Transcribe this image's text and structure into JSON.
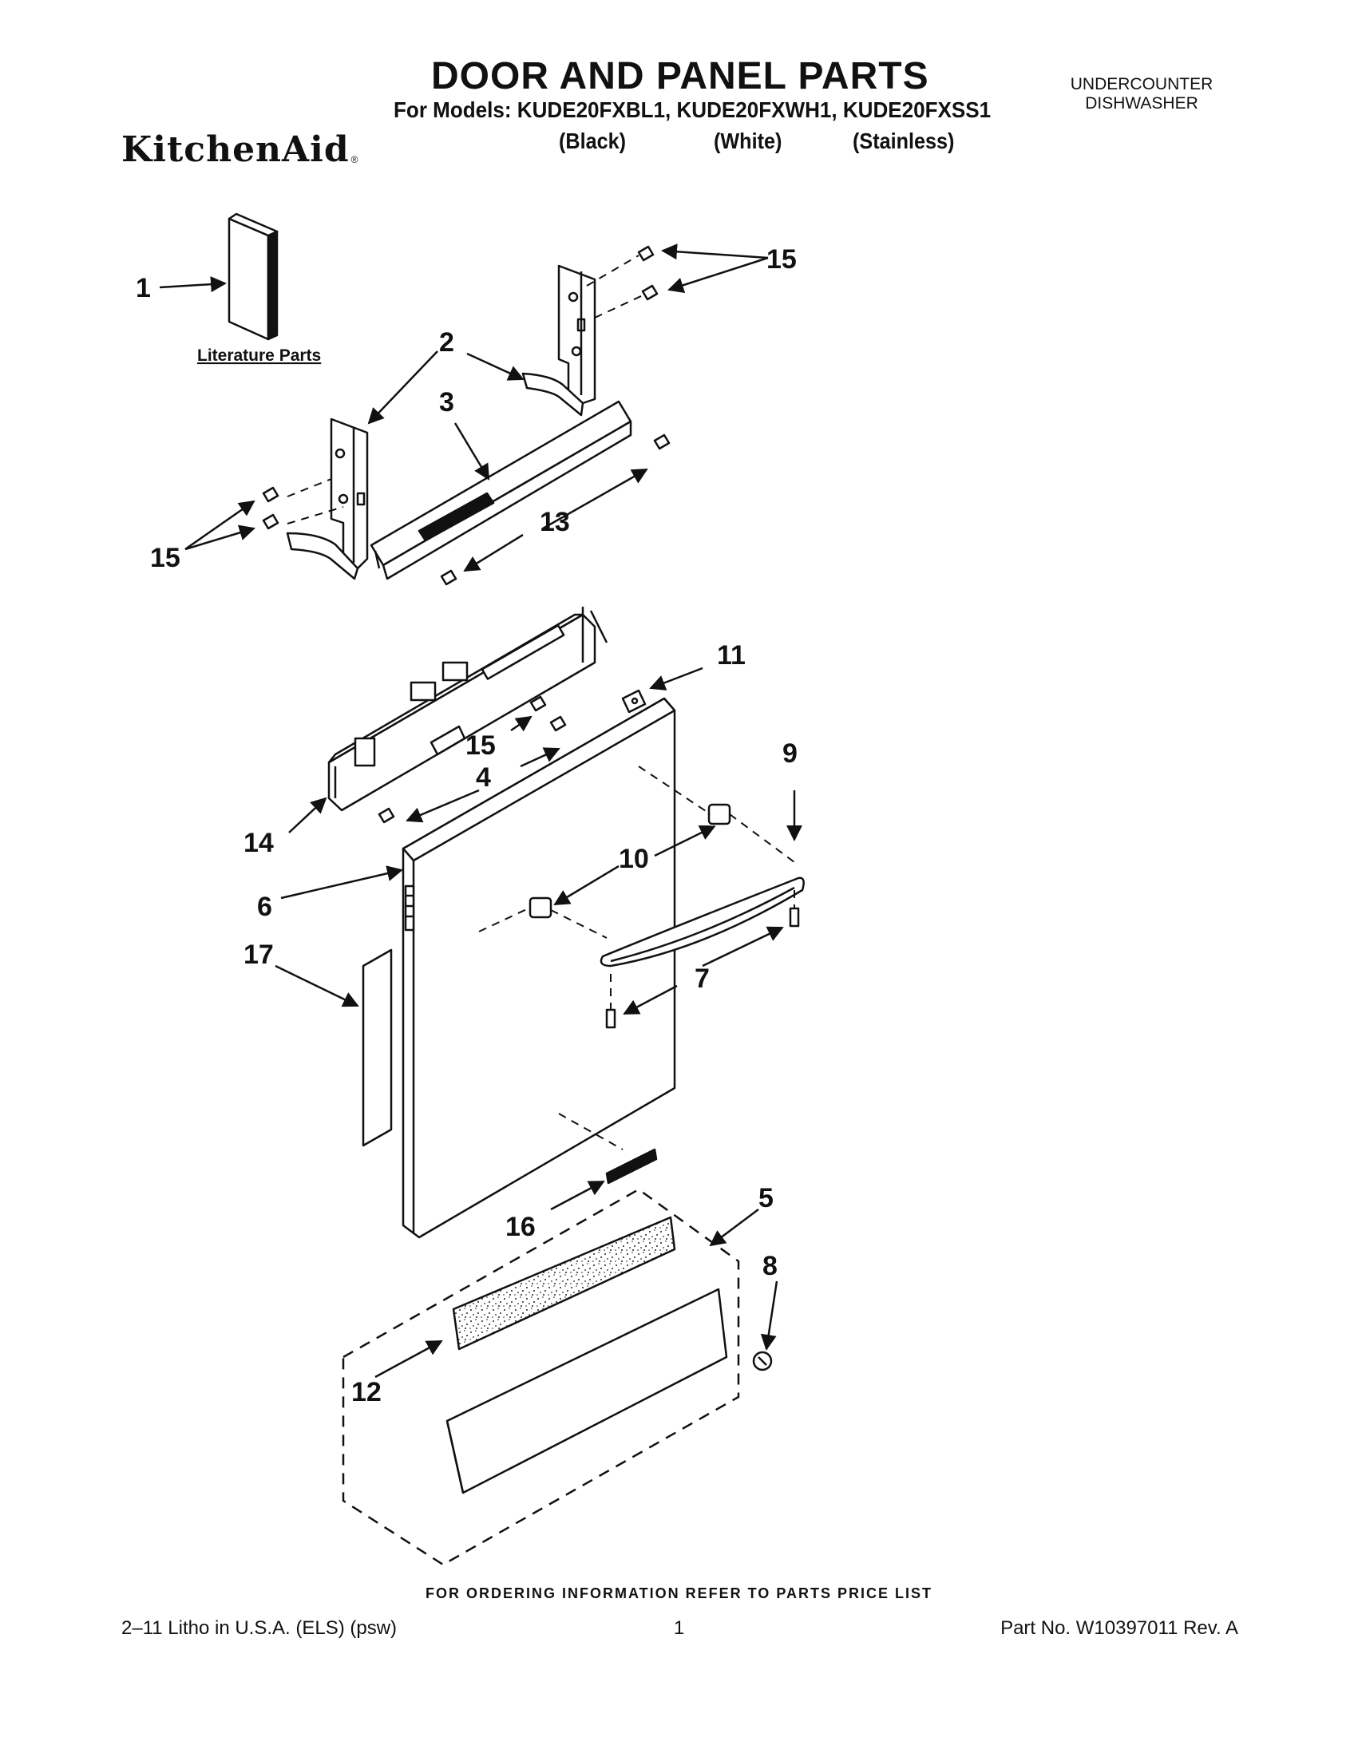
{
  "header": {
    "title": "DOOR AND PANEL PARTS",
    "models_line": "For Models: KUDE20FXBL1, KUDE20FXWH1, KUDE20FXSS1",
    "variants": [
      "(Black)",
      "(White)",
      "(Stainless)"
    ],
    "brand": "KitchenAid",
    "brand_mark": "®",
    "category_line1": "UNDERCOUNTER",
    "category_line2": "DISHWASHER"
  },
  "diagram": {
    "literature_label": "Literature Parts",
    "callouts": {
      "c1": "1",
      "c2": "2",
      "c3": "3",
      "c4": "4",
      "c5": "5",
      "c6": "6",
      "c7": "7",
      "c8": "8",
      "c9": "9",
      "c10": "10",
      "c11": "11",
      "c12": "12",
      "c13": "13",
      "c14": "14",
      "c15a": "15",
      "c15b": "15",
      "c15c": "15",
      "c16": "16",
      "c17": "17"
    }
  },
  "footer": {
    "ordering_note": "FOR ORDERING INFORMATION REFER TO PARTS PRICE LIST",
    "litho": "2–11 Litho in U.S.A. (ELS) (psw)",
    "page_number": "1",
    "part_number": "Part No. W10397011 Rev. A"
  }
}
